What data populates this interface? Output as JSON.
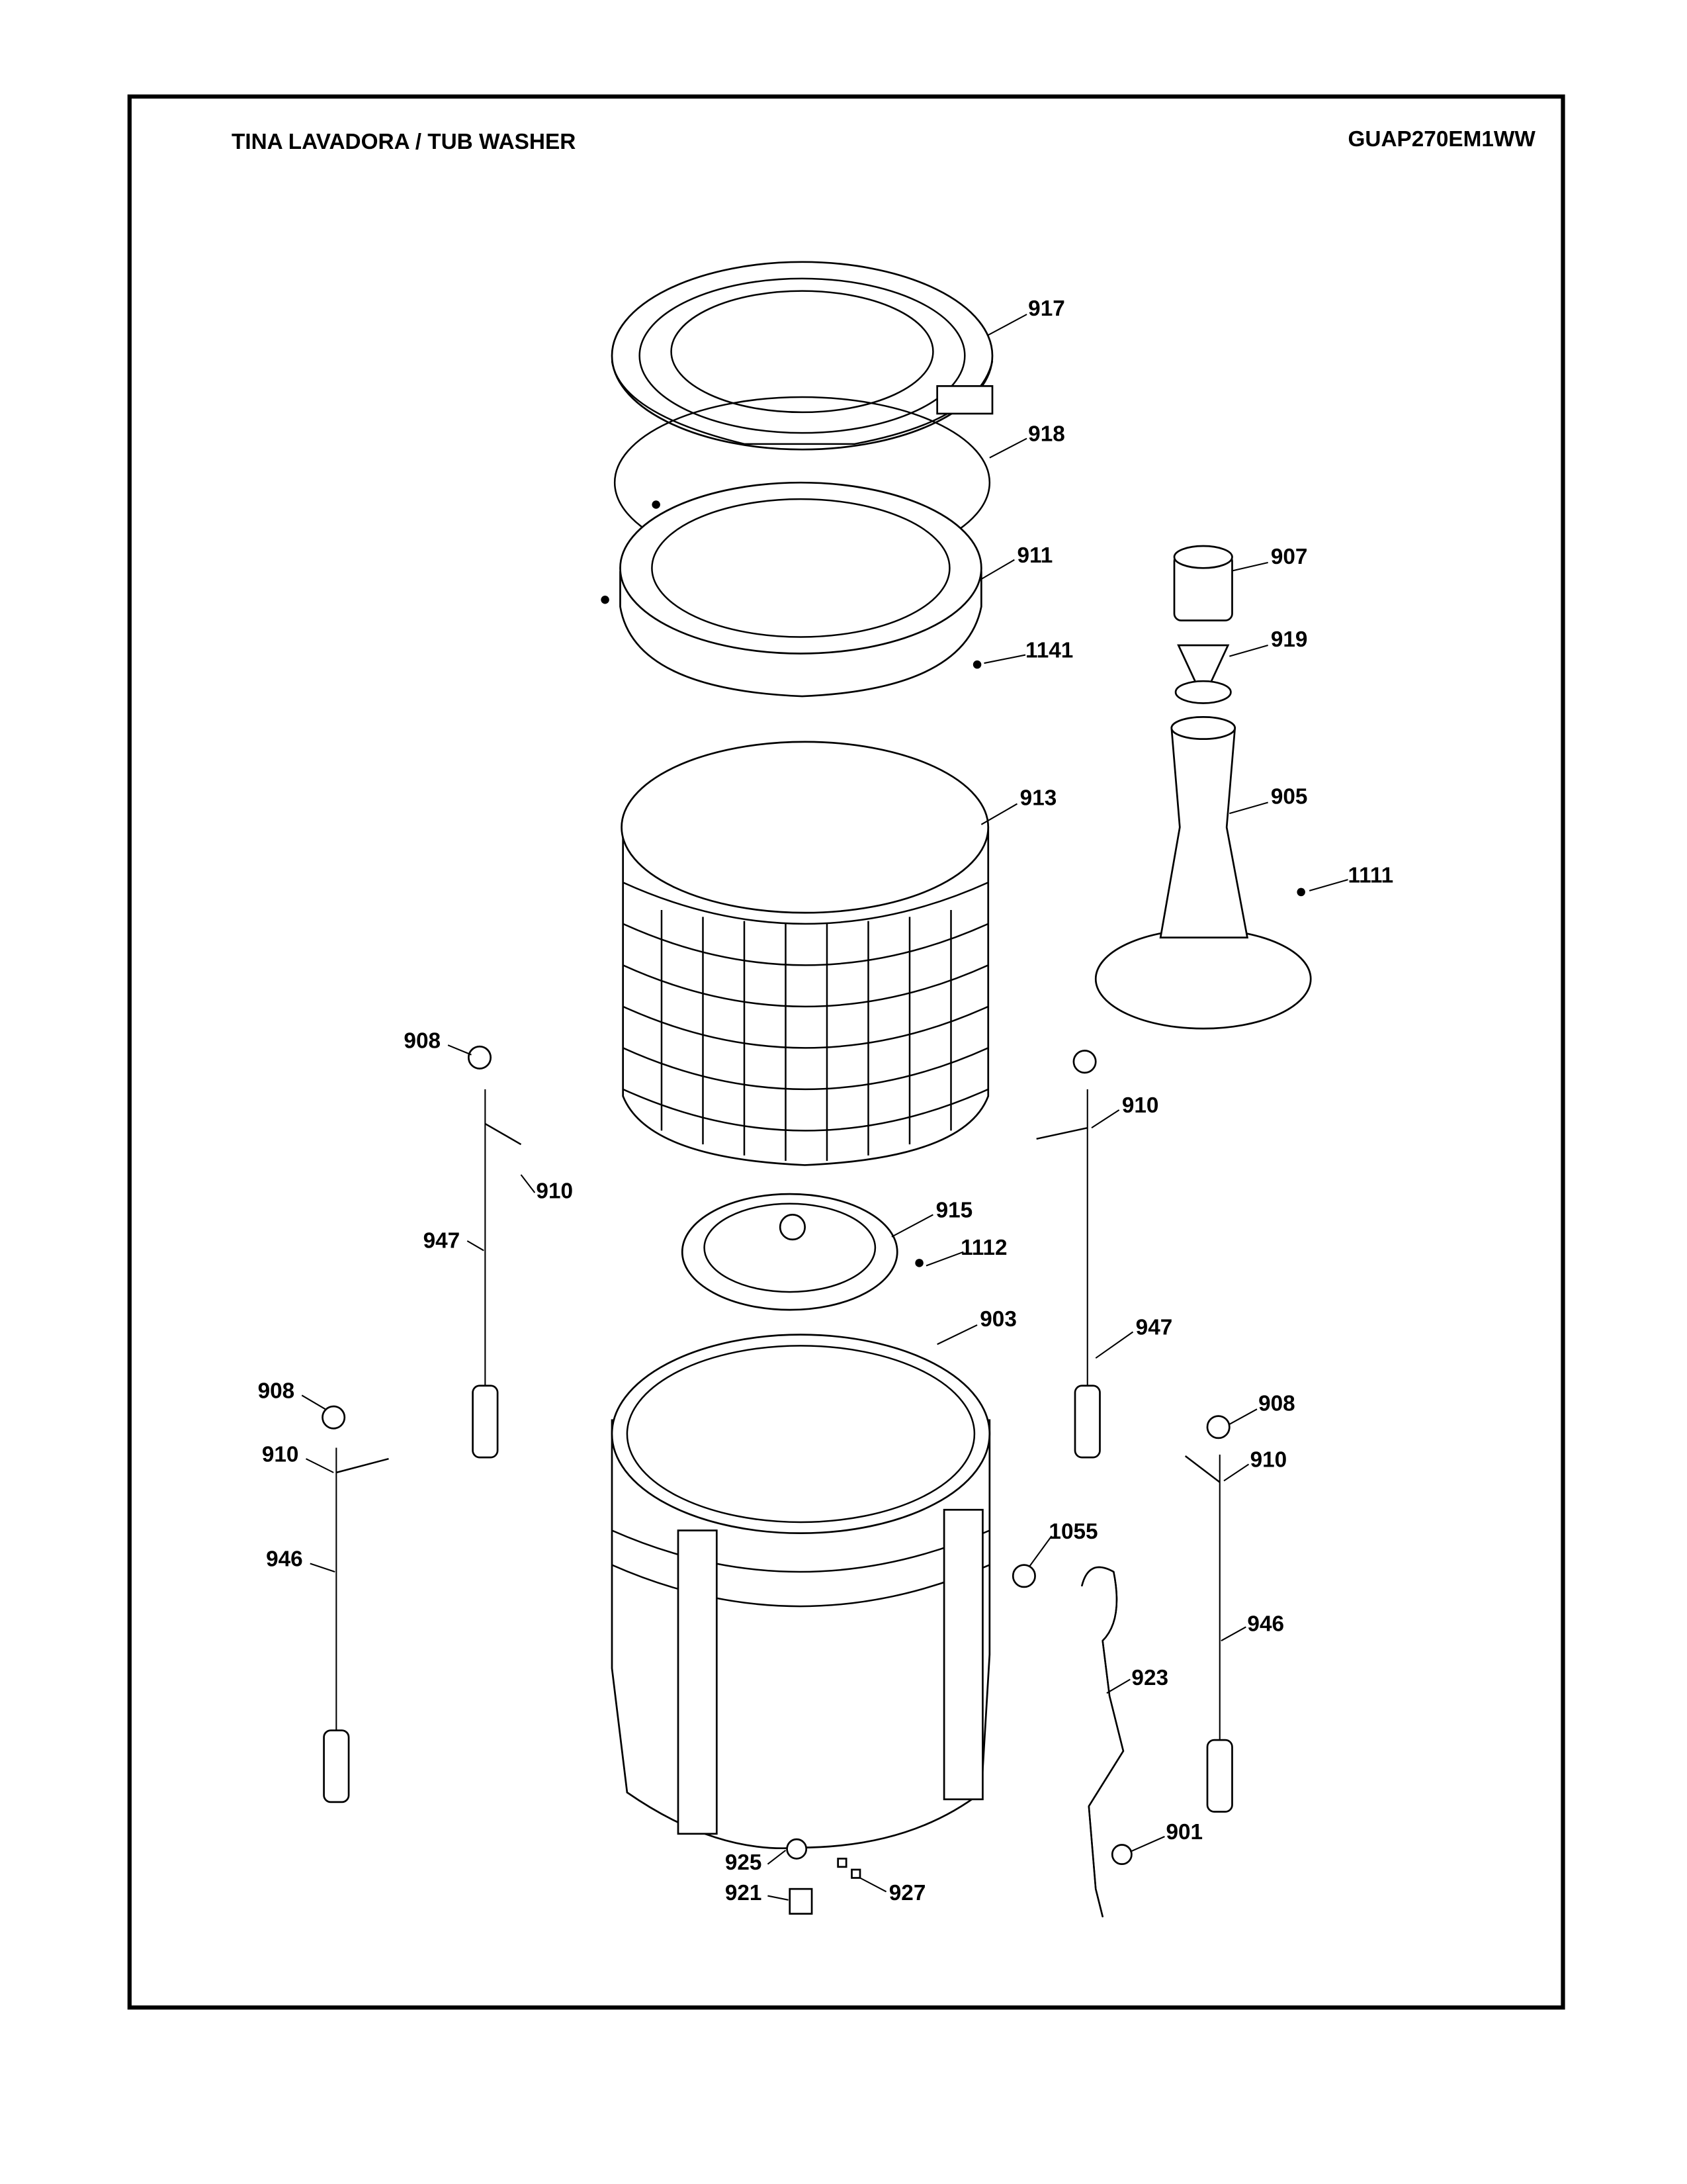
{
  "header": {
    "title": "TINA LAVADORA / TUB WASHER",
    "model": "GUAP270EM1WW"
  },
  "callouts": {
    "c917": "917",
    "c918": "918",
    "c911": "911",
    "c1141": "1141",
    "c907": "907",
    "c919": "919",
    "c913": "913",
    "c905": "905",
    "c1111": "1111",
    "c908a": "908",
    "c910a": "910",
    "c910b": "910",
    "c947a": "947",
    "c915": "915",
    "c1112": "1112",
    "c903": "903",
    "c947b": "947",
    "c908b": "908",
    "c910c": "910",
    "c946a": "946",
    "c908c": "908",
    "c910d": "910",
    "c946b": "946",
    "c1055": "1055",
    "c923": "923",
    "c901": "901",
    "c925": "925",
    "c921": "921",
    "c927": "927"
  }
}
